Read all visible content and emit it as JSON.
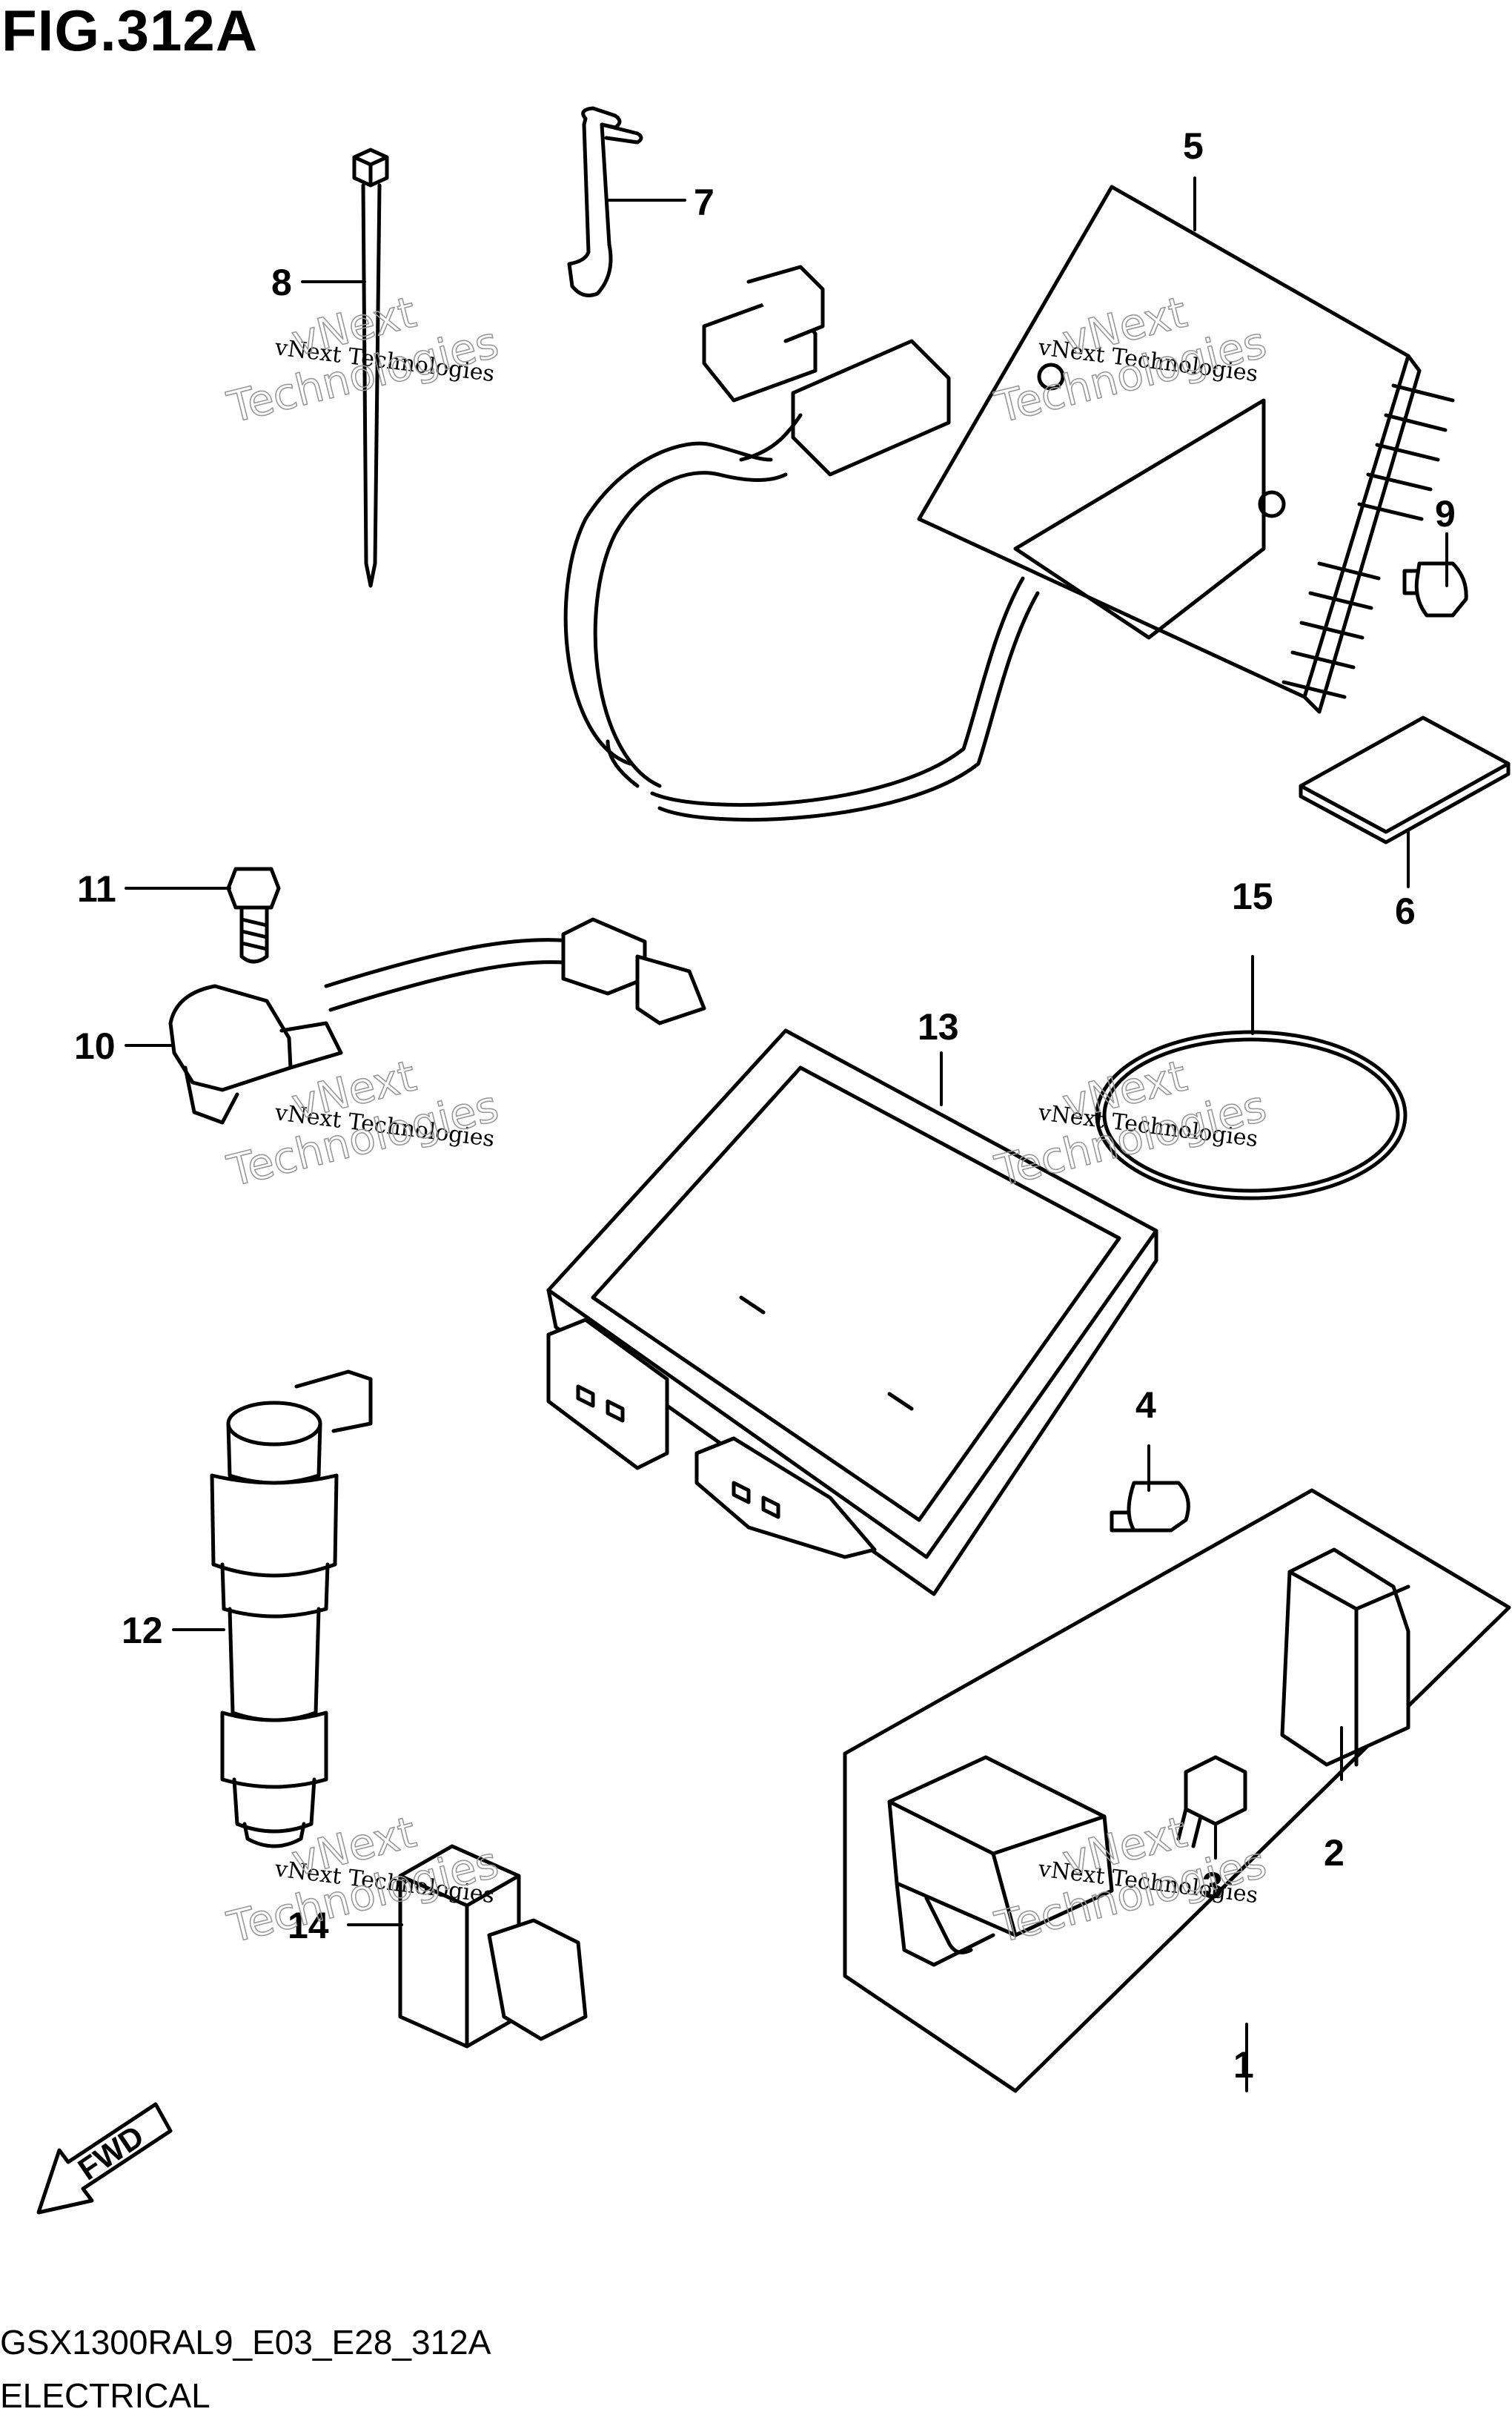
{
  "header": {
    "figure_title": "FIG.312A"
  },
  "footer": {
    "model_code": "GSX1300RAL9_E03_E28_312A",
    "section_name": "ELECTRICAL"
  },
  "fwd_arrow": {
    "label": "FWD"
  },
  "watermark": {
    "line1": "vNext Technologies",
    "line2": "Technologies",
    "line3": "vNext"
  },
  "callouts": [
    "1",
    "2",
    "3",
    "4",
    "5",
    "6",
    "7",
    "8",
    "9",
    "10",
    "11",
    "12",
    "13",
    "14",
    "15"
  ]
}
